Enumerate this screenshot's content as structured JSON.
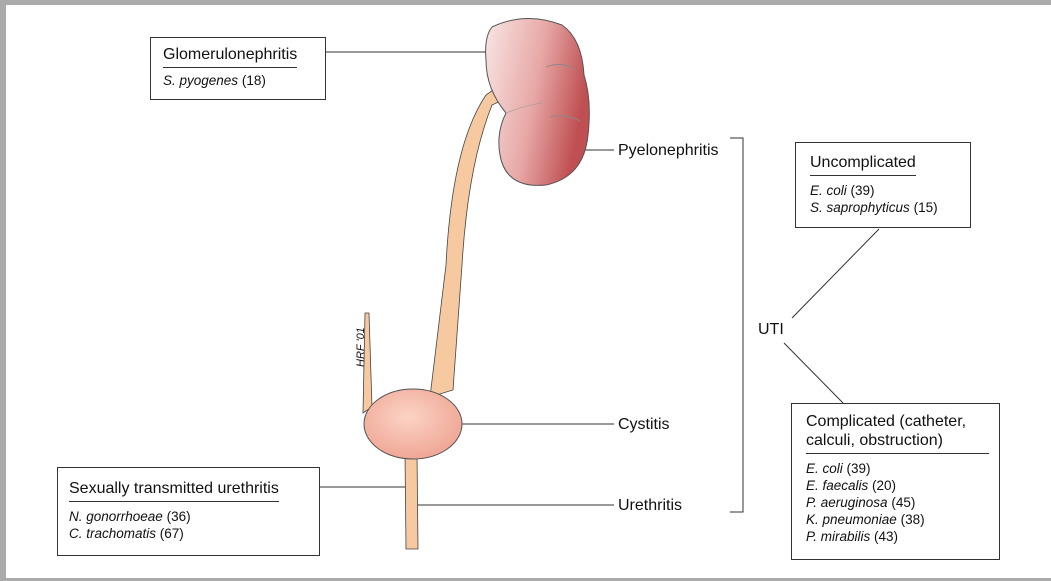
{
  "glomerulonephritis": {
    "title": "Glomerulonephritis",
    "organisms": [
      {
        "name": "S. pyogenes",
        "count": "(18)"
      }
    ]
  },
  "labels": {
    "pyelonephritis": "Pyelonephritis",
    "cystitis": "Cystitis",
    "urethritis": "Urethritis",
    "uti": "UTI"
  },
  "uncomplicated": {
    "title": "Uncomplicated",
    "organisms": [
      {
        "name": "E. coli",
        "count": "(39)"
      },
      {
        "name": "S. saprophyticus",
        "count": "(15)"
      }
    ]
  },
  "complicated": {
    "title": "Complicated (catheter, calculi, obstruction)",
    "organisms": [
      {
        "name": "E. coli",
        "count": "(39)"
      },
      {
        "name": "E. faecalis",
        "count": "(20)"
      },
      {
        "name": "P. aeruginosa",
        "count": "(45)"
      },
      {
        "name": "K. pneumoniae",
        "count": "(38)"
      },
      {
        "name": "P. mirabilis",
        "count": "(43)"
      }
    ]
  },
  "sti": {
    "title": "Sexually transmitted urethritis",
    "organisms": [
      {
        "name": "N. gonorrhoeae",
        "count": "(36)"
      },
      {
        "name": "C. trachomatis",
        "count": "(67)"
      }
    ]
  },
  "signature": "HRF '01",
  "colors": {
    "kidney_light": "#f6e0de",
    "kidney_dark": "#c0585a",
    "ureter": "#f7c9a0",
    "bladder": "#f3b3a0",
    "line": "#333333"
  }
}
